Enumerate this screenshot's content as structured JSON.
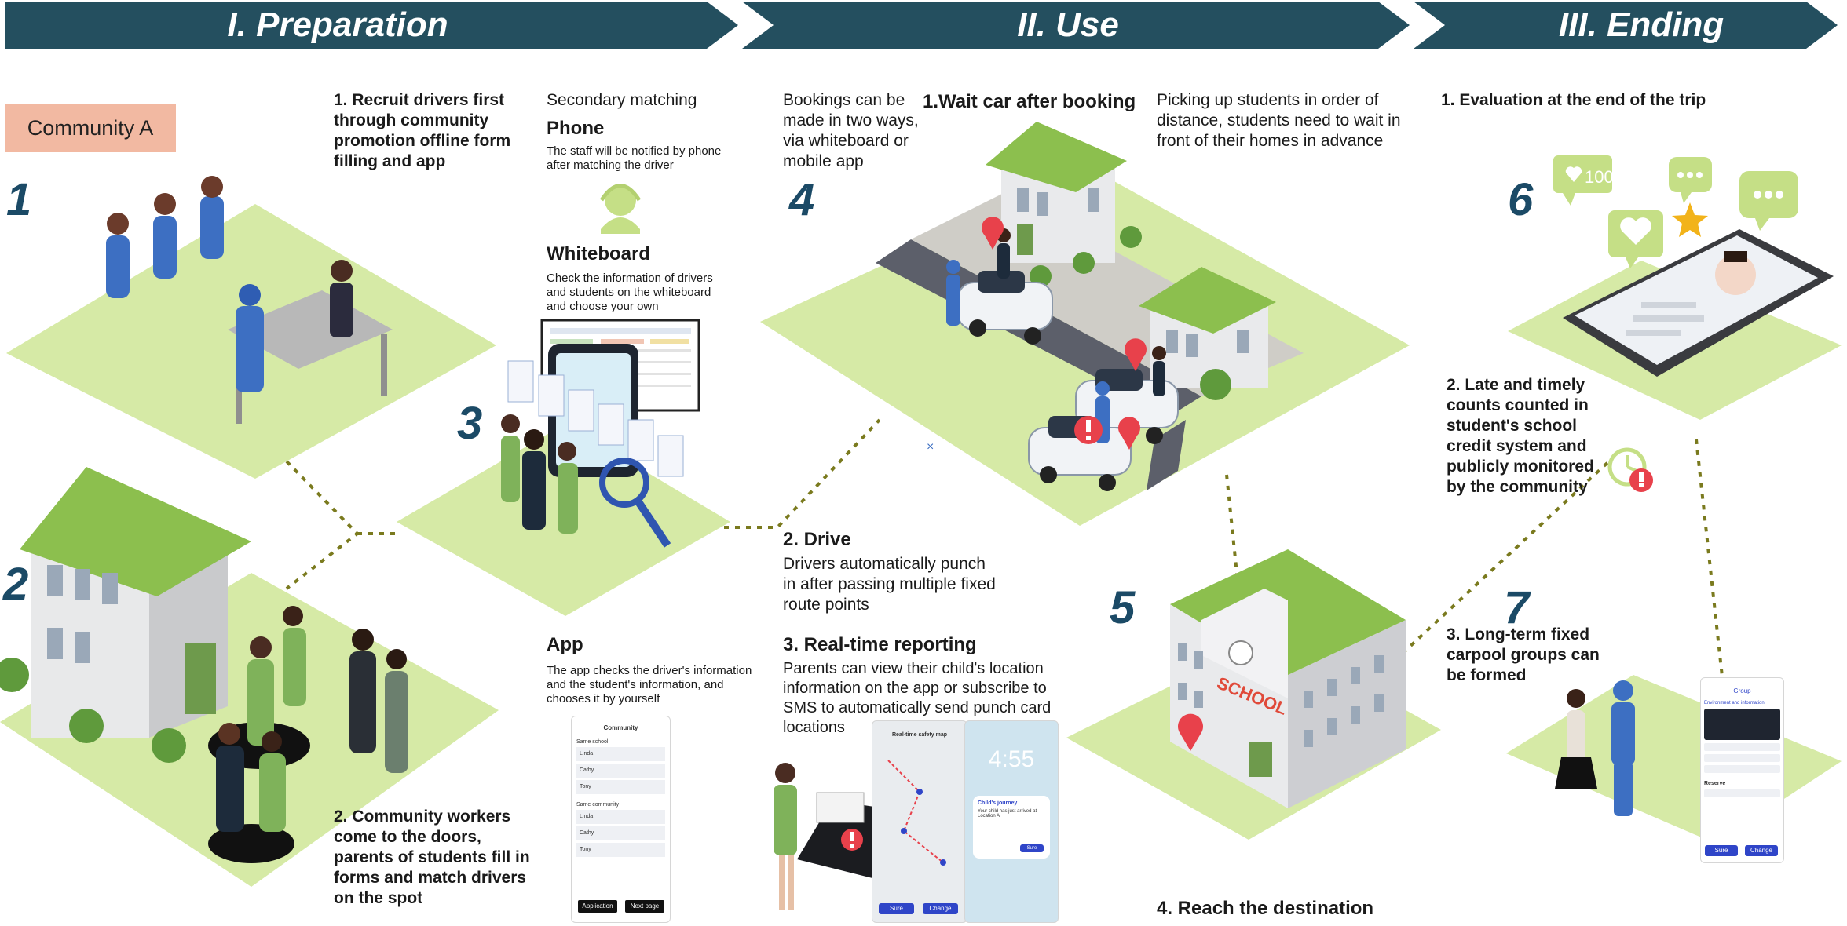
{
  "phases": [
    {
      "label": "I. Preparation"
    },
    {
      "label": "II. Use"
    },
    {
      "label": "III. Ending"
    }
  ],
  "colors": {
    "banner": "#244f5f",
    "platform": "#d6eaa6",
    "platform_dark": "#c3dc8a",
    "number": "#1b4a66",
    "badge": "#f2b9a2",
    "dotted_line": "#7a7a1e",
    "pin": "#e8414b"
  },
  "community_badge": "Community A",
  "steps": {
    "n1": "1",
    "n2": "2",
    "n3": "3",
    "n4": "4",
    "n5": "5",
    "n6": "6",
    "n7": "7"
  },
  "prep": {
    "recruit": "1. Recruit drivers first through community promotion offline form filling and app",
    "workers": "2. Community workers come to the doors, parents of students fill in forms and match drivers on the spot",
    "secondary_matching": "Secondary matching",
    "phone_title": "Phone",
    "phone_desc": "The staff will be notified by phone after matching the driver",
    "whiteboard_title": "Whiteboard",
    "whiteboard_desc": "Check the information of drivers and students on the whiteboard and choose your own",
    "app_title": "App",
    "app_desc": "The app checks the driver's information and the student's information, and chooses it by yourself"
  },
  "app_mock": {
    "title": "Community",
    "section1": "Same school",
    "section2": "Same community",
    "names": [
      "Linda",
      "Cathy",
      "Tony"
    ],
    "btn_left": "Application",
    "btn_right": "Next page"
  },
  "use": {
    "bookings": "Bookings can be made in two ways, via whiteboard or mobile app",
    "wait_title": "1.Wait car after booking",
    "pickup": "Picking up students in order of distance, students need to wait in front of their homes in advance",
    "drive_title": "2. Drive",
    "drive_desc": "Drivers automatically punch in after passing multiple fixed route points",
    "report_title": "3. Real-time reporting",
    "report_desc": "Parents can view their child's location information on the app or subscribe to SMS to automatically send punch card locations",
    "destination": "4. Reach the destination",
    "school_sign": "SCHOOL"
  },
  "map_mock": {
    "header": "Real-time safety map",
    "btn_left": "Sure",
    "btn_right": "Change",
    "lock_time": "4:55",
    "notif_title": "Child's journey",
    "notif_body": "Your child has just arrived at Location A",
    "notif_btn": "Sure"
  },
  "ending": {
    "evaluation": "1. Evaluation at the end of the trip",
    "counts": "2. Late and timely counts counted in student's school credit system and publicly monitored by the community",
    "carpool": "3. Long-term fixed carpool groups can be formed",
    "like_count": "100"
  },
  "group_mock": {
    "title": "Group",
    "section": "Environment and information",
    "reserve": "Reserve",
    "btn_left": "Sure",
    "btn_right": "Change"
  }
}
